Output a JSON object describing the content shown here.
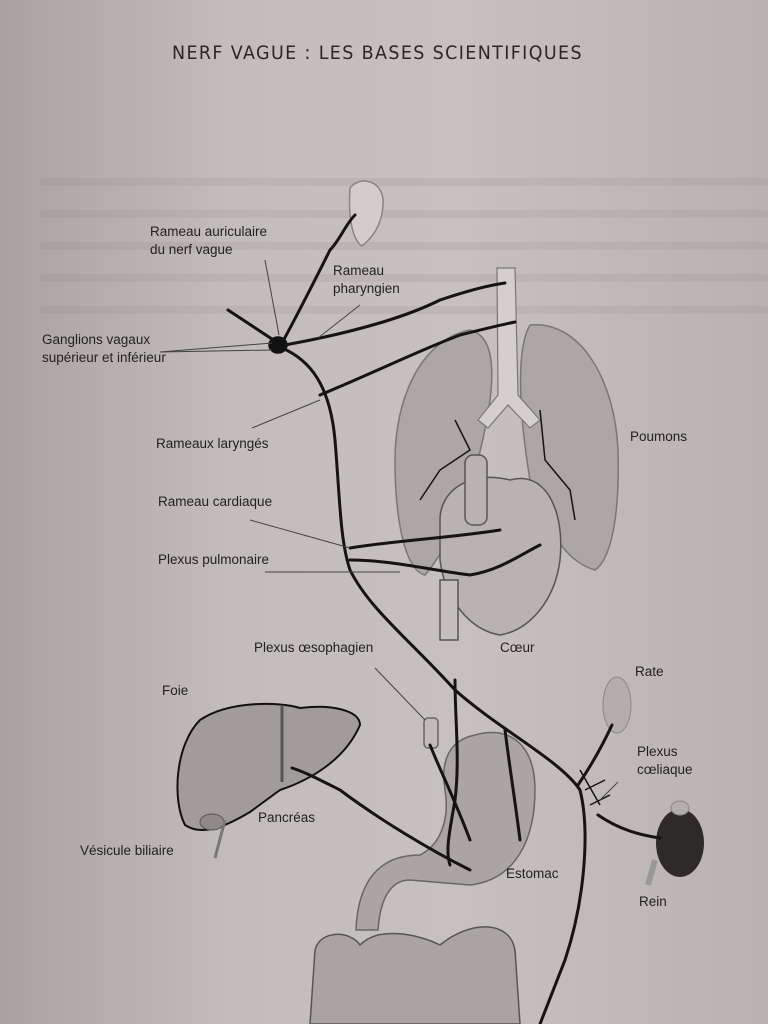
{
  "title": "NERF VAGUE : LES BASES SCIENTIFIQUES",
  "labels": {
    "auricular": "Rameau auriculaire",
    "auricular2": "du nerf vague",
    "pharyngeal": "Rameau",
    "pharyngeal2": "pharyngien",
    "ganglia": "Ganglions vagaux",
    "ganglia2": "supérieur et inférieur",
    "laryngeal": "Rameaux laryngés",
    "lungs": "Poumons",
    "cardiac": "Rameau cardiaque",
    "pulmonary": "Plexus pulmonaire",
    "oesophageal": "Plexus œsophagien",
    "heart": "Cœur",
    "liver": "Foie",
    "spleen": "Rate",
    "celiac": "Plexus",
    "celiac2": "cœliaque",
    "pancreas": "Pancréas",
    "gallbladder": "Vésicule biliaire",
    "stomach": "Estomac",
    "kidney": "Rein"
  },
  "colors": {
    "nerve": "#161313",
    "organ": "#9a9494",
    "paper": "#c2bcba"
  }
}
